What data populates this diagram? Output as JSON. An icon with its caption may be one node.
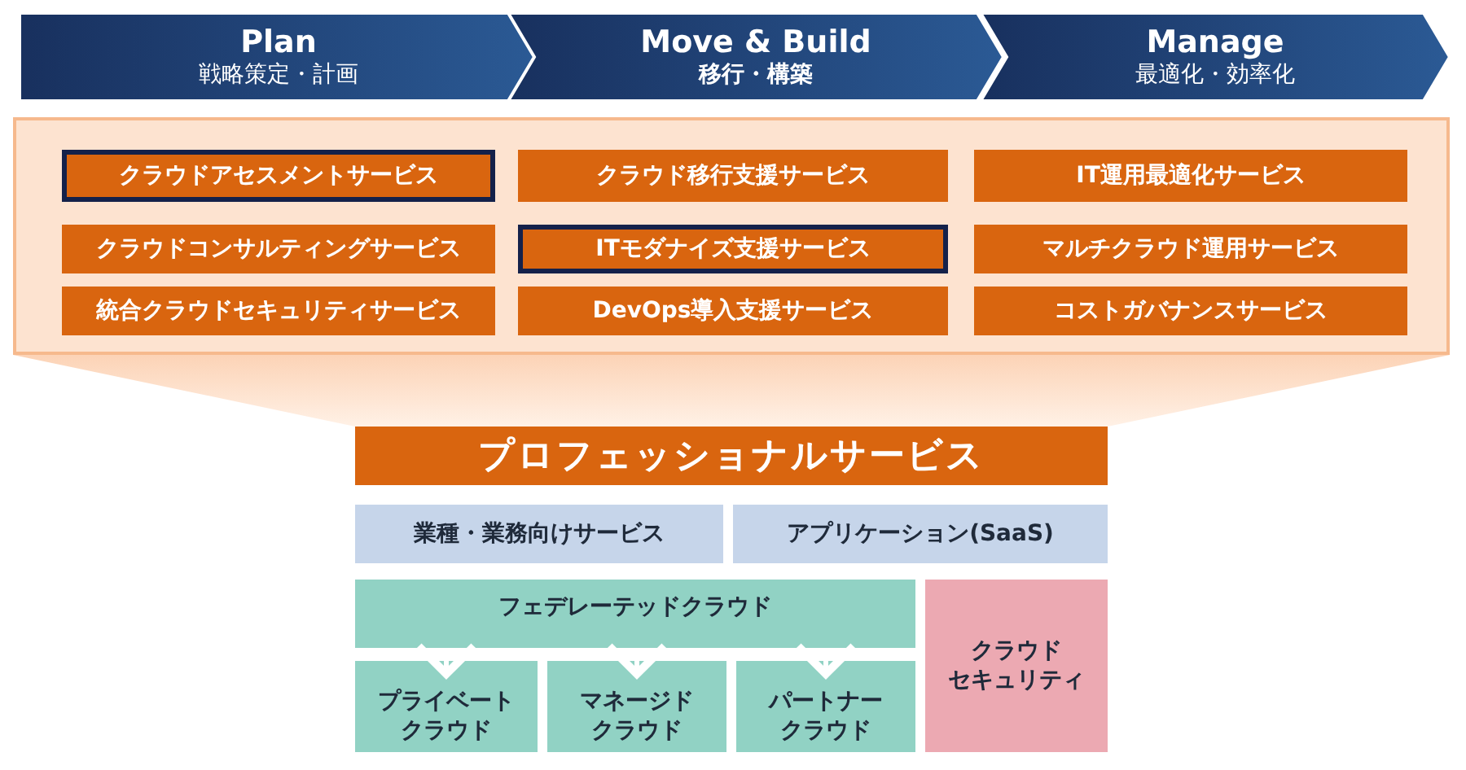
{
  "diagram": {
    "nodes": [
      {
        "text": [
          "Plan",
          "戦略策定・計画"
        ]
      },
      {
        "text": [
          "Move & Build",
          "移行・構築"
        ]
      },
      {
        "text": [
          "Manage",
          "最適化・効率化"
        ]
      },
      {
        "text": [],
        "shape": "box"
      },
      {
        "text": [
          "クラウドアセスメントサービス"
        ],
        "in": 3
      },
      {
        "text": [
          "クラウド移行支援サービス"
        ],
        "in": 3
      },
      {
        "text": [
          "IT運用最適化サービス"
        ],
        "in": 3
      },
      {
        "text": [
          "クラウドコンサルティングサービス"
        ],
        "in": 3
      },
      {
        "text": [
          "ITモダナイズ支援サービス"
        ],
        "in": 3
      },
      {
        "text": [
          "マルチクラウド運用サービス"
        ],
        "in": 3
      },
      {
        "text": [
          "統合クラウドセキュリティサービス"
        ],
        "in": 3
      },
      {
        "text": [
          "DevOps導入支援サービス"
        ],
        "in": 3
      },
      {
        "text": [
          "コストガバナンスサービス"
        ],
        "in": 3
      },
      {
        "text": [],
        "shape": "trapezoid"
      },
      {
        "text": [
          "プロフェッショナルサービス"
        ]
      },
      {
        "text": [
          "業種・業務向けサービス"
        ]
      },
      {
        "text": [
          "アプリケーション(SaaS)"
        ]
      },
      {
        "text": [
          "フェデレーテッドクラウド"
        ]
      },
      {
        "text": [
          "プライベートクラウド"
        ]
      },
      {
        "text": [
          "マネージドクラウド"
        ]
      },
      {
        "text": [
          "パートナークラウド"
        ]
      },
      {
        "text": [
          "クラウドセキュリティ"
        ]
      }
    ],
    "edges": [
      {
        "from": 17,
        "to": 18,
        "arrow": "to"
      },
      {
        "from": 17,
        "to": 19,
        "arrow": "to"
      },
      {
        "from": 17,
        "to": 20,
        "arrow": "to"
      }
    ]
  }
}
